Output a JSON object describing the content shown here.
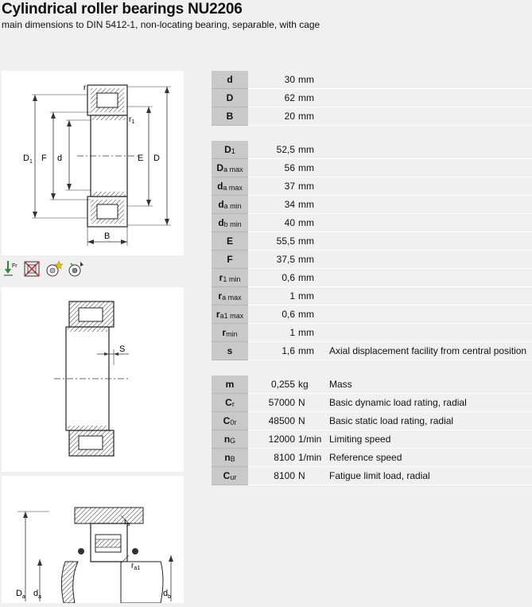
{
  "header": {
    "title": "Cylindrical roller bearings NU2206",
    "subtitle": "main dimensions to DIN 5412-1, non-locating bearing, separable, with cage"
  },
  "drawing1": {
    "labels": {
      "d_left": "D",
      "d1_sub": "1",
      "f": "F",
      "d": "d",
      "e": "E",
      "d_right": "D",
      "b": "B",
      "r": "r",
      "r1": "r",
      "r1_sub": "1"
    }
  },
  "drawing2": {
    "labels": {
      "s": "S"
    }
  },
  "drawing3": {
    "labels": {
      "ra": "r",
      "ra_sub": "a",
      "ra1": "r",
      "ra1_sub": "a1",
      "da": "D",
      "da_sub": "a",
      "da2": "d",
      "da2_sub": "a",
      "db": "d",
      "db_sub": "b"
    }
  },
  "icons": [
    {
      "name": "load-arrow-icon",
      "label": "Fr"
    },
    {
      "name": "crossed-box-icon"
    },
    {
      "name": "bearing-star-icon"
    },
    {
      "name": "bearing-lubrication-icon"
    }
  ],
  "groups": [
    [
      {
        "sym": "d",
        "sub": "",
        "value": "30",
        "unit": "mm",
        "desc": ""
      },
      {
        "sym": "D",
        "sub": "",
        "value": "62",
        "unit": "mm",
        "desc": ""
      },
      {
        "sym": "B",
        "sub": "",
        "value": "20",
        "unit": "mm",
        "desc": ""
      }
    ],
    [
      {
        "sym": "D",
        "sub": "1",
        "value": "52,5",
        "unit": "mm",
        "desc": ""
      },
      {
        "sym": "D",
        "sub": "a max",
        "value": "56",
        "unit": "mm",
        "desc": ""
      },
      {
        "sym": "d",
        "sub": "a max",
        "value": "37",
        "unit": "mm",
        "desc": ""
      },
      {
        "sym": "d",
        "sub": "a min",
        "value": "34",
        "unit": "mm",
        "desc": ""
      },
      {
        "sym": "d",
        "sub": "b min",
        "value": "40",
        "unit": "mm",
        "desc": ""
      },
      {
        "sym": "E",
        "sub": "",
        "value": "55,5",
        "unit": "mm",
        "desc": ""
      },
      {
        "sym": "F",
        "sub": "",
        "value": "37,5",
        "unit": "mm",
        "desc": ""
      },
      {
        "sym": "r",
        "sub": "1 min",
        "value": "0,6",
        "unit": "mm",
        "desc": ""
      },
      {
        "sym": "r",
        "sub": "a max",
        "value": "1",
        "unit": "mm",
        "desc": ""
      },
      {
        "sym": "r",
        "sub": "a1 max",
        "value": "0,6",
        "unit": "mm",
        "desc": ""
      },
      {
        "sym": "r",
        "sub": "min",
        "value": "1",
        "unit": "mm",
        "desc": ""
      },
      {
        "sym": "s",
        "sub": "",
        "value": "1,6",
        "unit": "mm",
        "desc": "Axial displacement facility from central position"
      }
    ],
    [
      {
        "sym": "m",
        "sub": "",
        "value": "0,255",
        "unit": "kg",
        "desc": "Mass"
      },
      {
        "sym": "C",
        "sub": "r",
        "value": "57000",
        "unit": "N",
        "desc": "Basic dynamic load rating, radial"
      },
      {
        "sym": "C",
        "sub": "0r",
        "value": "48500",
        "unit": "N",
        "desc": "Basic static load rating, radial"
      },
      {
        "sym": "n",
        "sub": "G",
        "value": "12000",
        "unit": "1/min",
        "desc": "Limiting speed"
      },
      {
        "sym": "n",
        "sub": "B",
        "value": "8100",
        "unit": "1/min",
        "desc": "Reference speed"
      },
      {
        "sym": "C",
        "sub": "ur",
        "value": "8100",
        "unit": "N",
        "desc": "Fatigue limit load, radial"
      }
    ]
  ]
}
